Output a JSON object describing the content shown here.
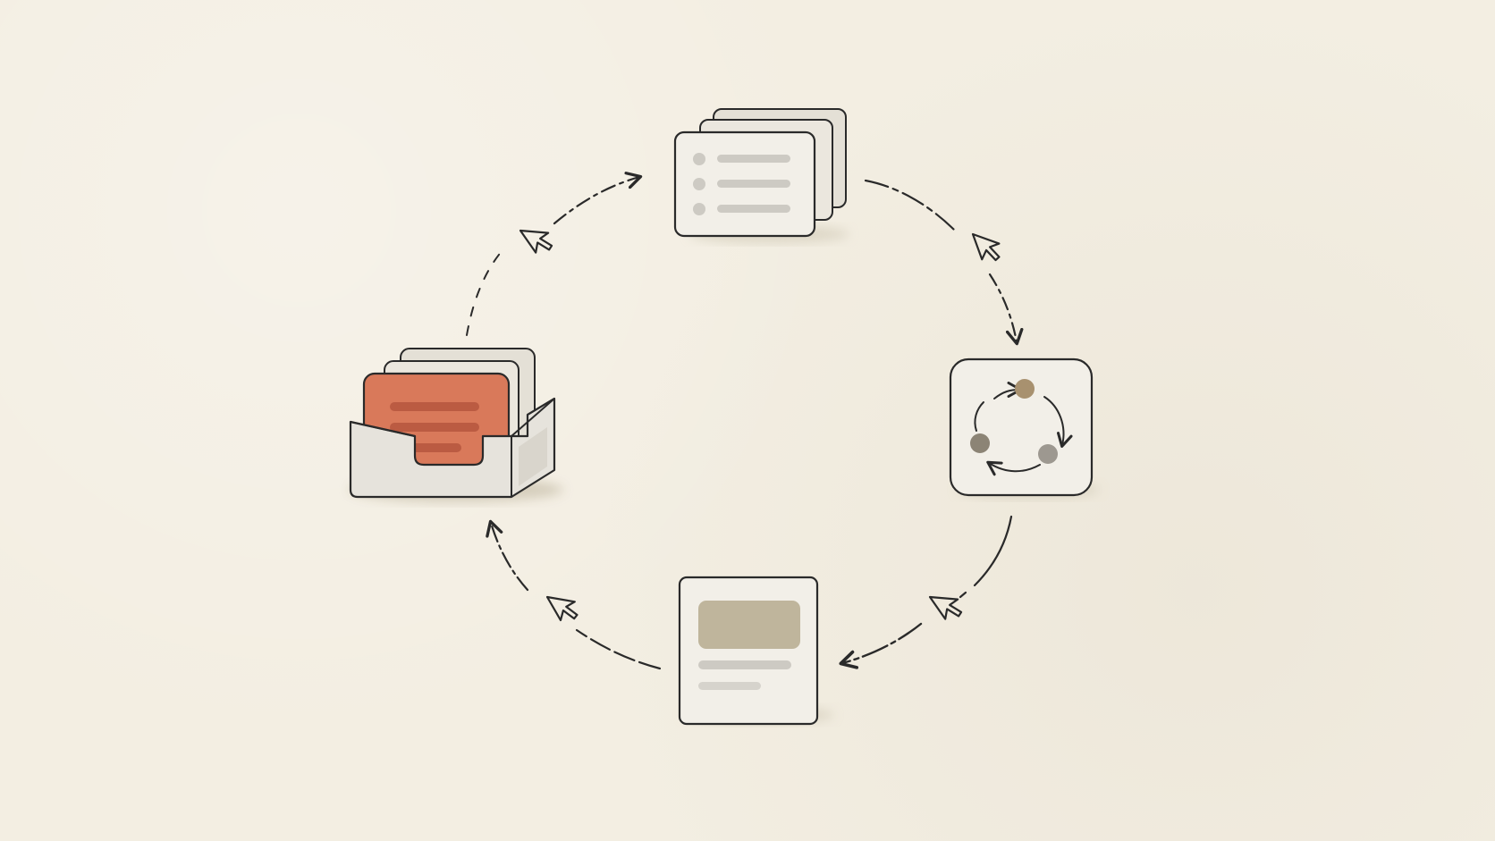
{
  "colors": {
    "paper": "#f3eee2",
    "ink": "#2a2a2a",
    "card": "#efebe2",
    "accent_card": "#d9795a",
    "accent_line": "#b5563e",
    "muted_line": "#cdcac3",
    "node_brown": "#a8916f",
    "node_gray": "#9d9890",
    "node_dark": "#8c8475",
    "image_block": "#bfb59c"
  },
  "nodes": [
    {
      "id": "stacked-list-documents",
      "icon": "stacked-list-documents-icon"
    },
    {
      "id": "process-cycle",
      "icon": "cycle-process-icon"
    },
    {
      "id": "content-card",
      "icon": "content-card-icon"
    },
    {
      "id": "inbox-tray",
      "icon": "inbox-tray-icon"
    }
  ],
  "edges": [
    {
      "from": "inbox-tray",
      "to": "stacked-list-documents",
      "icon": "cursor-arrow-icon"
    },
    {
      "from": "stacked-list-documents",
      "to": "process-cycle",
      "icon": "cursor-arrow-icon"
    },
    {
      "from": "process-cycle",
      "to": "content-card",
      "icon": "cursor-arrow-icon"
    },
    {
      "from": "content-card",
      "to": "inbox-tray",
      "icon": "cursor-arrow-icon"
    }
  ]
}
